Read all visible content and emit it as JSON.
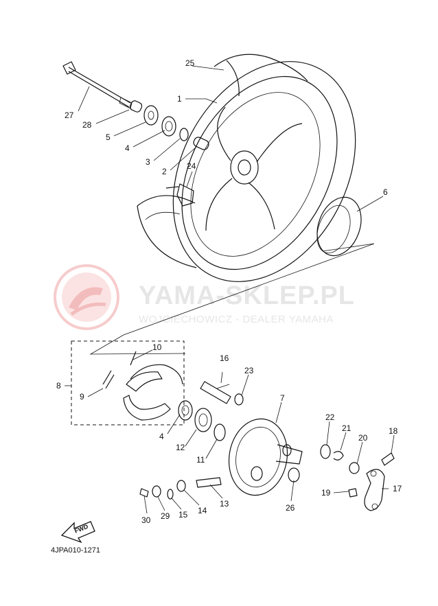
{
  "watermark": {
    "title": "YAMA-SKLEP.PL",
    "subtitle": "WOJCIECHOWICZ - DEALER YAMAHA"
  },
  "diagram_code": "4JPA010-1271",
  "fwd_label": "FWD",
  "callouts": {
    "p1": "1",
    "p2": "2",
    "p3": "3",
    "p4a": "4",
    "p4b": "4",
    "p5": "5",
    "p6": "6",
    "p7": "7",
    "p8": "8",
    "p9": "9",
    "p10": "10",
    "p11": "11",
    "p12": "12",
    "p13": "13",
    "p14": "14",
    "p15": "15",
    "p16": "16",
    "p17": "17",
    "p18": "18",
    "p19": "19",
    "p20": "20",
    "p21": "21",
    "p22": "22",
    "p23": "23",
    "p24": "24",
    "p25": "25",
    "p26": "26",
    "p27": "27",
    "p28": "28",
    "p29": "29",
    "p30": "30"
  }
}
